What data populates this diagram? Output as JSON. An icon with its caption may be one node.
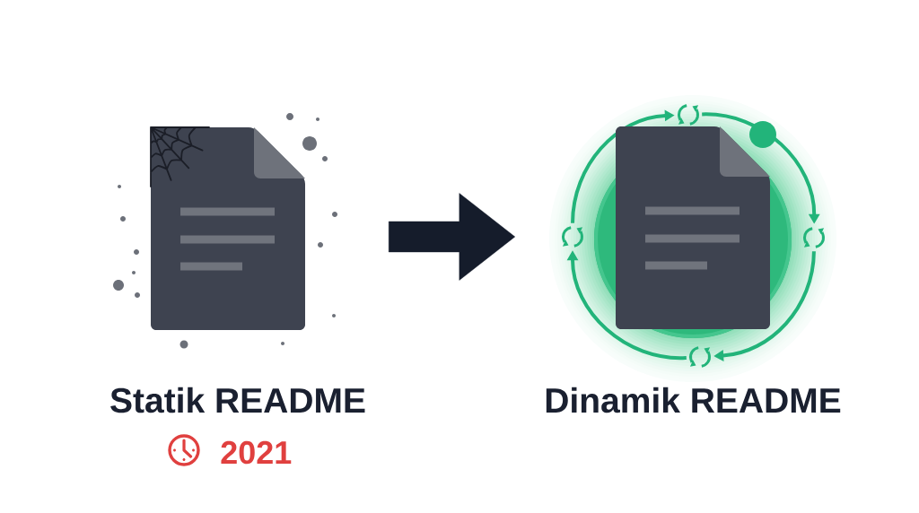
{
  "diagram": {
    "nodes": [
      {
        "text": [
          "Statik README"
        ],
        "beside": [
          "2021"
        ]
      },
      {
        "text": [
          "Dinamik README"
        ]
      },
      {
        "text": [],
        "shape": "picture",
        "in": 1
      },
      {
        "text": [],
        "shape": "picture",
        "in": 1
      },
      {
        "text": [],
        "shape": "picture",
        "in": 1
      },
      {
        "text": [],
        "shape": "picture",
        "in": 1
      }
    ],
    "edges": [
      {
        "from": 0,
        "to": 1,
        "arrow": "to",
        "style": "thick",
        "color": "#151c2b"
      },
      {
        "from": 3,
        "to": 2,
        "arrow": "to"
      },
      {
        "from": 2,
        "to": 4,
        "arrow": "to"
      },
      {
        "from": 4,
        "to": 5,
        "arrow": "to"
      },
      {
        "from": 5,
        "to": 3,
        "arrow": "to"
      }
    ]
  }
}
